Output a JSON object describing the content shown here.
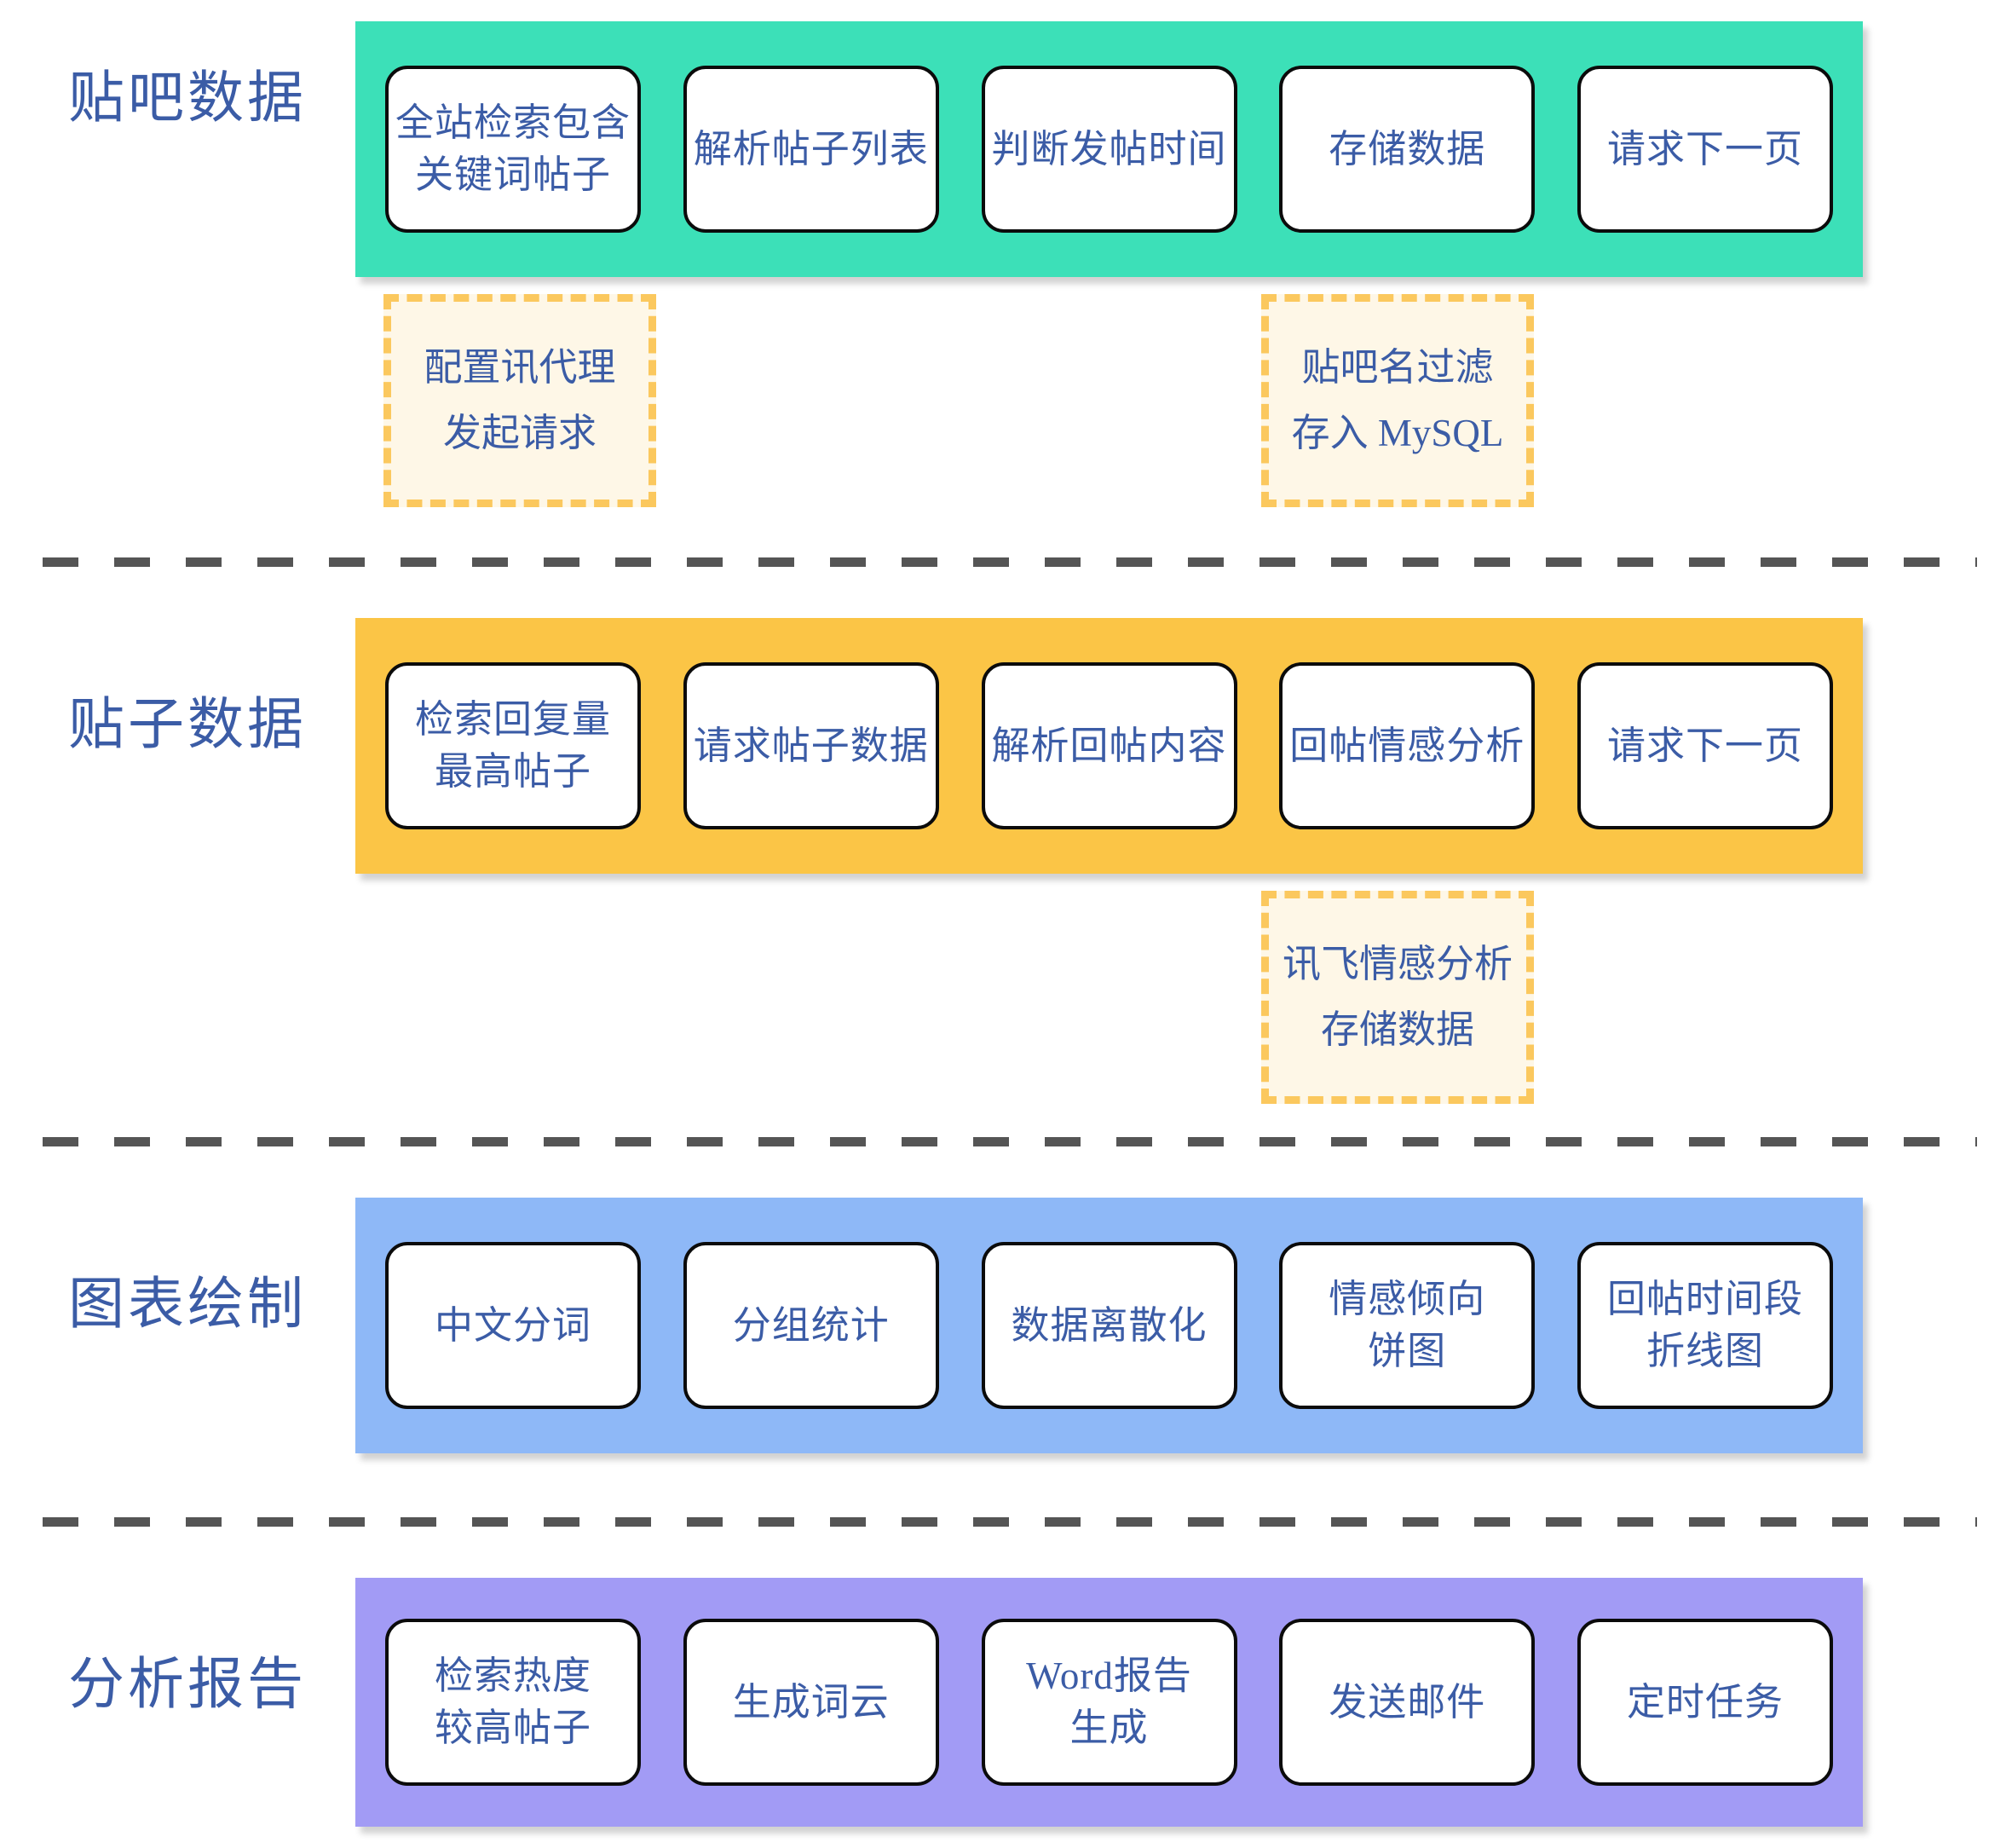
{
  "diagram": {
    "title_color": "#3B5CA6",
    "sections": [
      {
        "label": "贴吧数据",
        "band_color": "#3CE0B8",
        "cards": [
          {
            "text": "全站检索包含\n关键词帖子"
          },
          {
            "text": "解析帖子列表"
          },
          {
            "text": "判断发帖时间"
          },
          {
            "text": "存储数据"
          },
          {
            "text": "请求下一页"
          }
        ],
        "notes": [
          {
            "lines": [
              "配置讯代理",
              "发起请求"
            ]
          },
          {
            "lines": [
              "贴吧名过滤",
              "存入 MySQL"
            ]
          }
        ]
      },
      {
        "label": "贴子数据",
        "band_color": "#FBC546",
        "cards": [
          {
            "text": "检索回复量\n最高帖子"
          },
          {
            "text": "请求帖子数据"
          },
          {
            "text": "解析回帖内容"
          },
          {
            "text": "回帖情感分析"
          },
          {
            "text": "请求下一页"
          }
        ],
        "notes": [
          {
            "lines": [
              "讯飞情感分析",
              "存储数据"
            ]
          }
        ]
      },
      {
        "label": "图表绘制",
        "band_color": "#8EB8F7",
        "cards": [
          {
            "text": "中文分词"
          },
          {
            "text": "分组统计"
          },
          {
            "text": "数据离散化"
          },
          {
            "text": "情感倾向\n饼图"
          },
          {
            "text": "回帖时间段\n折线图"
          }
        ],
        "notes": []
      },
      {
        "label": "分析报告",
        "band_color": "#A29BF5",
        "cards": [
          {
            "text": "检索热度\n较高帖子"
          },
          {
            "text": "生成词云"
          },
          {
            "text": "Word报告\n生成"
          },
          {
            "text": "发送邮件"
          },
          {
            "text": "定时任务"
          }
        ],
        "notes": []
      }
    ]
  }
}
